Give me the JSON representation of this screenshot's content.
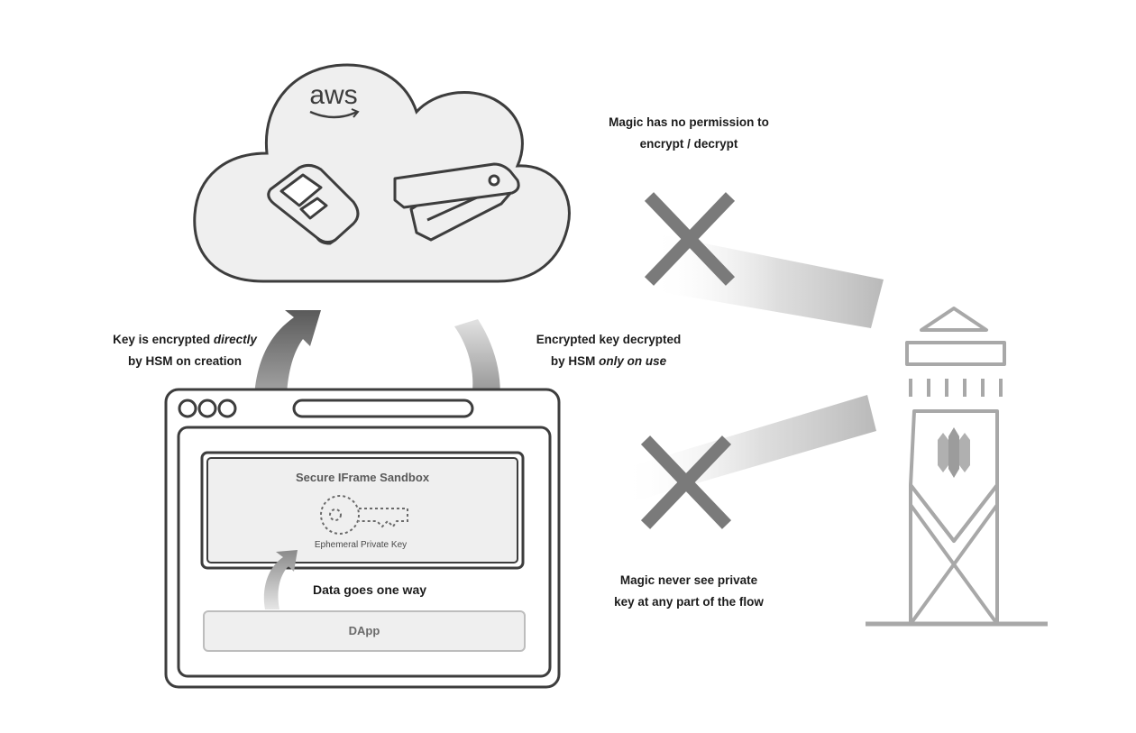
{
  "cloud": {
    "brand": "aws"
  },
  "labels": {
    "magic_no_permission": [
      "Magic has no permission to",
      "encrypt / decrypt"
    ],
    "encrypted_on_creation": {
      "line1_pre": "Key is encrypted ",
      "line1_em": "directly",
      "line2": "by HSM on creation"
    },
    "decrypted_on_use": {
      "line1": "Encrypted key decrypted",
      "line2_pre": "by HSM ",
      "line2_em": "only on use"
    },
    "magic_never_see": [
      "Magic never see private",
      "key at any part of the flow"
    ],
    "data_one_way": "Data goes one way"
  },
  "browser": {
    "sandbox_title": "Secure IFrame Sandbox",
    "key_caption": "Ephemeral Private Key",
    "dapp_label": "DApp"
  },
  "colors": {
    "stroke": "#3d3d3d",
    "light_stroke": "#a8a8a8",
    "fill_light": "#efefef",
    "cross": "#7a7a7a"
  }
}
